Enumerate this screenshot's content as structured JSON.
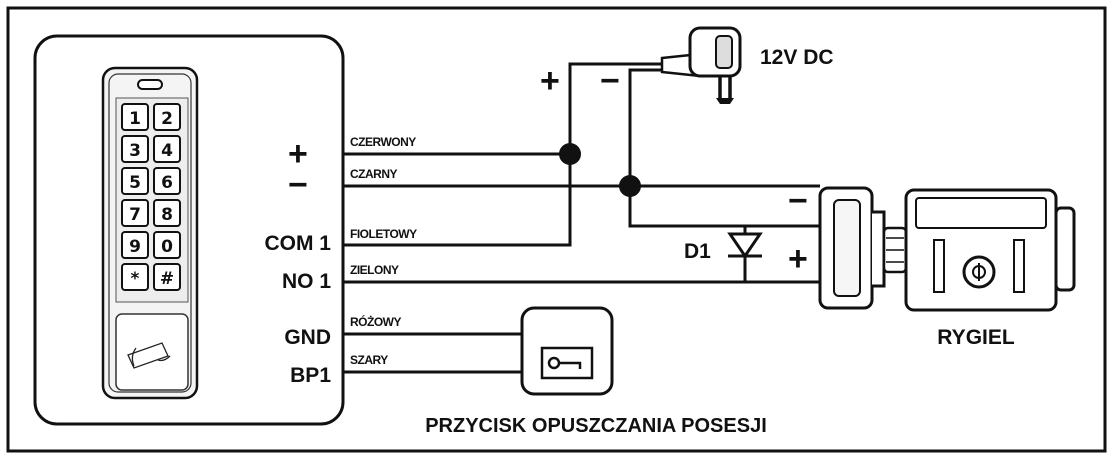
{
  "labels": {
    "power_supply": "12V DC",
    "diode": "D1",
    "bolt": "RYGIEL",
    "exit_button": "PRZYCISK OPUSZCZANIA POSESJI",
    "terminal_plus": "+",
    "terminal_minus": "−",
    "com1": "COM 1",
    "no1": "NO 1",
    "gnd": "GND",
    "bp1": "BP1",
    "psu_plus": "+",
    "psu_minus": "−",
    "bolt_minus": "−",
    "bolt_plus": "+"
  },
  "wires": {
    "czerwony": "CZERWONY",
    "czarny": "CZARNY",
    "fioletowy": "FIOLETOWY",
    "zielony": "ZIELONY",
    "rozowy": "RÓŻOWY",
    "szary": "SZARY"
  },
  "keypad": {
    "keys": [
      "1",
      "2",
      "3",
      "4",
      "5",
      "6",
      "7",
      "8",
      "9",
      "0",
      "*",
      "#"
    ]
  }
}
